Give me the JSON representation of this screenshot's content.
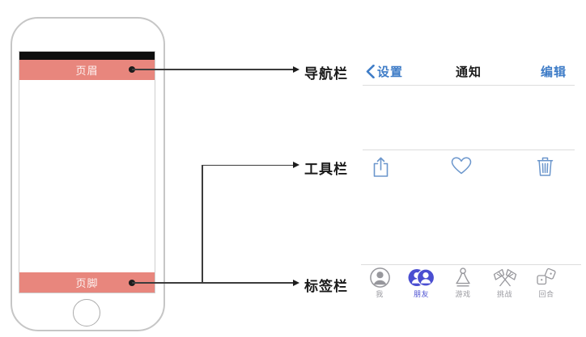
{
  "diagram": {
    "phone": {
      "header_label": "页眉",
      "footer_label": "页脚",
      "bar_color": "#e8867d",
      "statusbar_color": "#0e0e0e",
      "outline_color": "#c6c6c6"
    },
    "annotations": {
      "navbar_label": "导航栏",
      "toolbar_label": "工具栏",
      "tabbar_label": "标签栏"
    }
  },
  "nav_example": {
    "back_icon": "chevron-left-icon",
    "back_label": "设置",
    "title": "通知",
    "edit_label": "编辑",
    "link_color": "#3e7cc7",
    "title_color": "#1b1b1b"
  },
  "toolbar_example": {
    "icon_color": "#6b96cc",
    "icons": [
      "share-icon",
      "heart-icon",
      "trash-icon"
    ]
  },
  "tabbar_example": {
    "selected_color": "#4a4ed1",
    "inactive_color": "#97979c",
    "items": [
      {
        "label": "我",
        "icon": "person-icon",
        "selected": false
      },
      {
        "label": "朋友",
        "icon": "friends-icon",
        "selected": true
      },
      {
        "label": "游戏",
        "icon": "games-icon",
        "selected": false
      },
      {
        "label": "挑战",
        "icon": "challenges-icon",
        "selected": false
      },
      {
        "label": "回合",
        "icon": "turns-icon",
        "selected": false
      }
    ]
  }
}
